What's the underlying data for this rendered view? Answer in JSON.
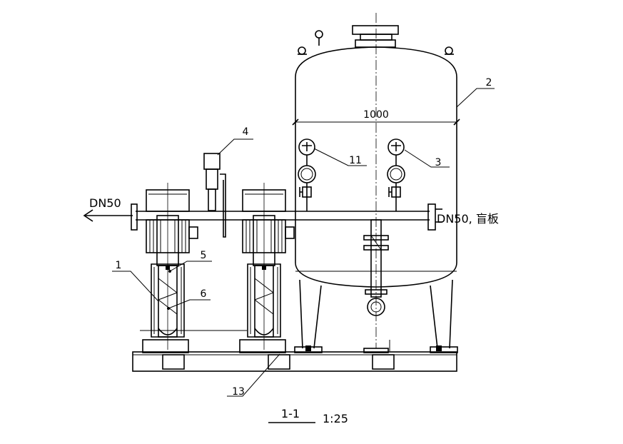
{
  "drawing": {
    "labels": {
      "dim_width": "1000",
      "outlet": "DN50",
      "blind_end": "DN50, 盲板",
      "part_1": "1",
      "part_2": "2",
      "part_3": "3",
      "part_4": "4",
      "part_5": "5",
      "part_6": "6",
      "part_11": "11",
      "part_13": "13",
      "section": "1-1",
      "scale": "1:25"
    },
    "icons": [
      "pressure-gauge-icon",
      "valve-icon",
      "arrow-left-icon"
    ],
    "colors": {
      "line": "#000000",
      "background": "#ffffff"
    }
  }
}
